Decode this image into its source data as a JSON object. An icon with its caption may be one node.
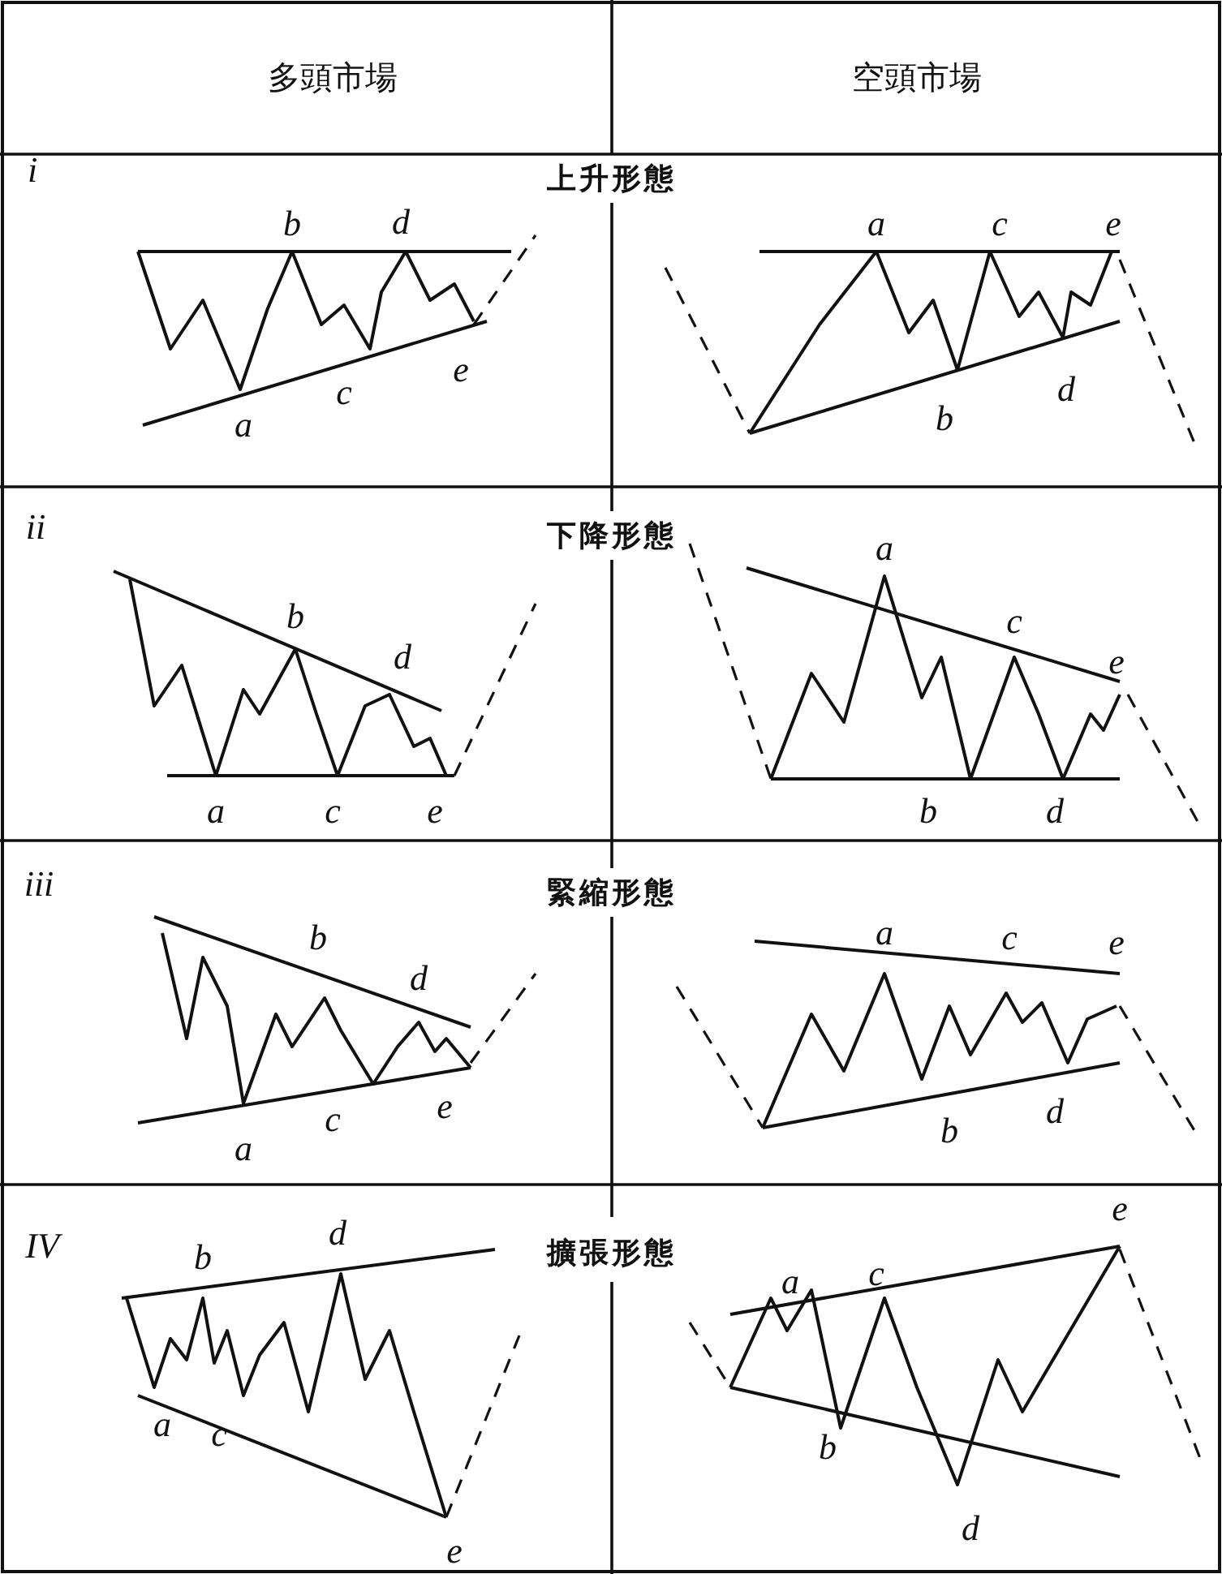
{
  "diagram": {
    "labels": [
      "多頭市場",
      "空頭市場",
      "i",
      "上升形態",
      "a",
      "b",
      "c",
      "d",
      "e",
      "a",
      "b",
      "c",
      "d",
      "e",
      "ii",
      "下降形態",
      "a",
      "b",
      "c",
      "d",
      "e",
      "a",
      "b",
      "c",
      "d",
      "e",
      "iii",
      "緊縮形態",
      "a",
      "b",
      "c",
      "d",
      "e",
      "a",
      "b",
      "c",
      "d",
      "e",
      "IV",
      "擴張形態",
      "a",
      "b",
      "c",
      "d",
      "e",
      "a",
      "b",
      "c",
      "d",
      "e"
    ]
  }
}
